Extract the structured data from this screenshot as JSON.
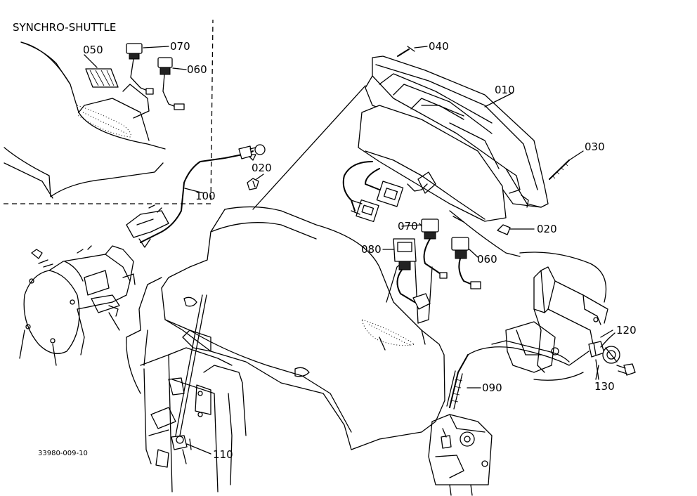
{
  "diagram": {
    "inset_title": "SYNCHRO-SHUTTLE",
    "drawing_number": "33980-009-10",
    "callouts": [
      {
        "id": "c-070-inset",
        "text": "070"
      },
      {
        "id": "c-050",
        "text": "050"
      },
      {
        "id": "c-060-inset",
        "text": "060"
      },
      {
        "id": "c-040",
        "text": "040"
      },
      {
        "id": "c-010",
        "text": "010"
      },
      {
        "id": "c-030",
        "text": "030"
      },
      {
        "id": "c-020-top",
        "text": "020"
      },
      {
        "id": "c-100",
        "text": "100"
      },
      {
        "id": "c-020-right",
        "text": "020"
      },
      {
        "id": "c-070",
        "text": "070"
      },
      {
        "id": "c-080",
        "text": "080"
      },
      {
        "id": "c-060",
        "text": "060"
      },
      {
        "id": "c-120",
        "text": "120"
      },
      {
        "id": "c-130",
        "text": "130"
      },
      {
        "id": "c-090",
        "text": "090"
      },
      {
        "id": "c-110",
        "text": "110"
      }
    ]
  }
}
